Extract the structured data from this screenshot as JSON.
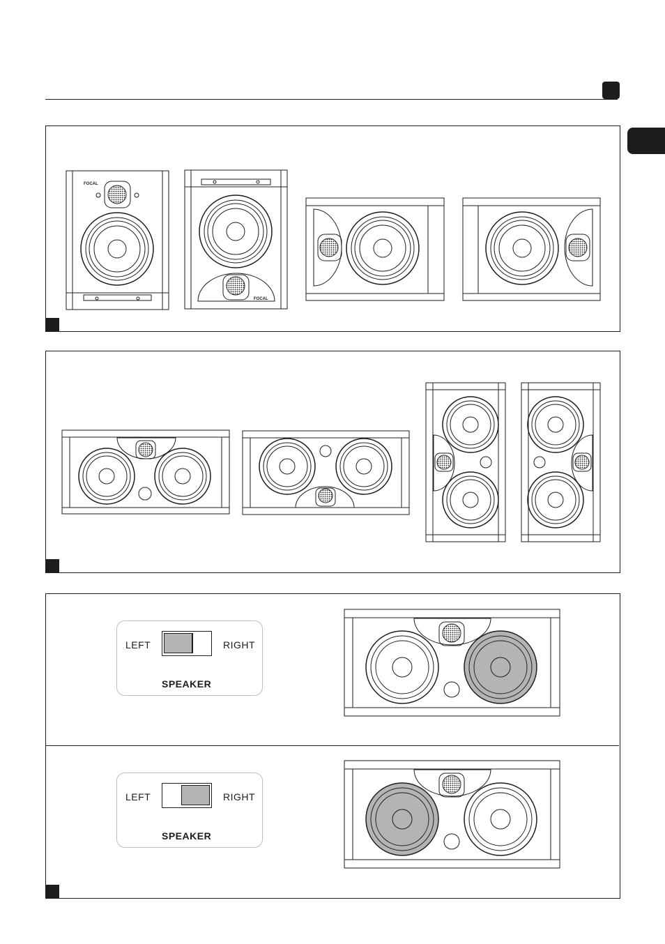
{
  "panels": {
    "switch_top": {
      "left_label": "LEFT",
      "right_label": "RIGHT",
      "title": "SPEAKER",
      "active": "left"
    },
    "switch_bottom": {
      "left_label": "LEFT",
      "right_label": "RIGHT",
      "title": "SPEAKER",
      "active": "right"
    }
  },
  "colors": {
    "ink": "#1d1d1b",
    "highlight_fill": "#b4b4b4",
    "switch_border": "#bdbdbd"
  },
  "icons": [
    "speaker-icon",
    "toggle-switch-icon",
    "focal-logo-icon"
  ]
}
